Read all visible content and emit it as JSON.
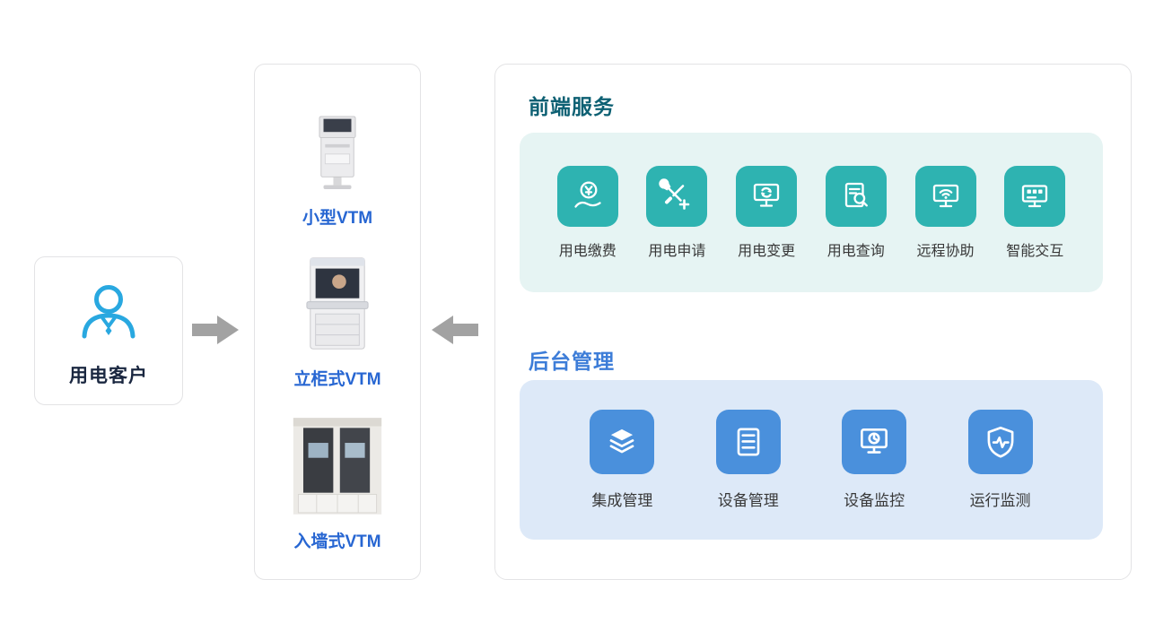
{
  "colors": {
    "teal_accent": "#2eb3b1",
    "teal_bg": "#e6f4f3",
    "blue_accent": "#4a90dc",
    "blue_bg": "#dde9f8",
    "frontend_title_color": "#0d6073",
    "backend_title_color": "#3d7dd8",
    "vtm_label_color": "#2766d2",
    "customer_label_color": "#1a2740",
    "person_icon_color": "#29a8e0",
    "arrow_color": "#a2a2a2"
  },
  "customer": {
    "label": "用电客户",
    "icon": "person-icon"
  },
  "vtm_panel": {
    "items": [
      {
        "label": "小型VTM",
        "icon": "small-vtm-photo"
      },
      {
        "label": "立柜式VTM",
        "icon": "cabinet-vtm-photo"
      },
      {
        "label": "入墙式VTM",
        "icon": "wall-vtm-photo"
      }
    ]
  },
  "frontend": {
    "title": "前端服务",
    "services": [
      {
        "label": "用电缴费",
        "icon": "payment-icon"
      },
      {
        "label": "用电申请",
        "icon": "application-icon"
      },
      {
        "label": "用电变更",
        "icon": "change-icon"
      },
      {
        "label": "用电查询",
        "icon": "query-icon"
      },
      {
        "label": "远程协助",
        "icon": "remote-assist-icon"
      },
      {
        "label": "智能交互",
        "icon": "smart-interaction-icon"
      }
    ]
  },
  "backend": {
    "title": "后台管理",
    "services": [
      {
        "label": "集成管理",
        "icon": "integration-icon"
      },
      {
        "label": "设备管理",
        "icon": "device-management-icon"
      },
      {
        "label": "设备监控",
        "icon": "device-monitoring-icon"
      },
      {
        "label": "运行监测",
        "icon": "operation-monitoring-icon"
      }
    ]
  }
}
